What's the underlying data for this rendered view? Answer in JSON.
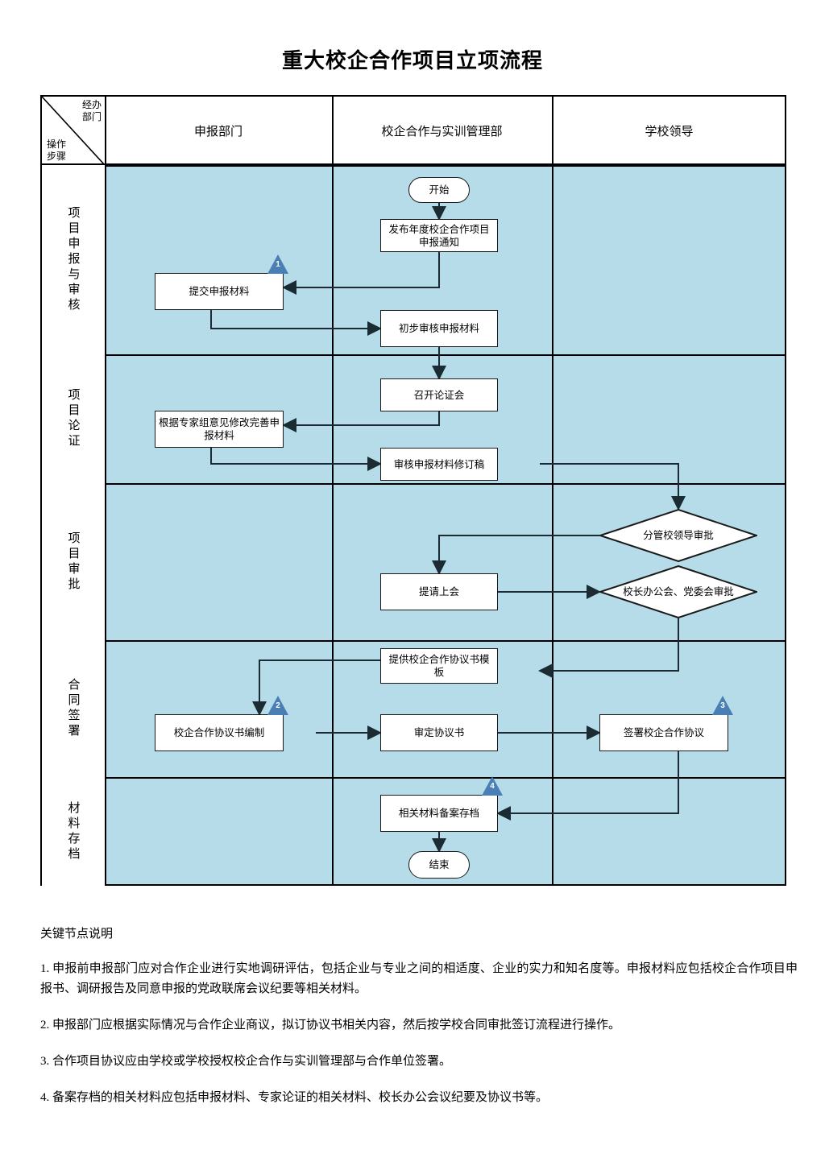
{
  "title": "重大校企合作项目立项流程",
  "table": {
    "corner": {
      "top_right": "经办部门",
      "bottom_left": "操作步骤"
    },
    "columns": [
      {
        "label": "申报部门"
      },
      {
        "label": "校企合作与实训管理部"
      },
      {
        "label": "学校领导"
      }
    ],
    "rows": [
      {
        "label": "项目申报与审核"
      },
      {
        "label": "项目论证"
      },
      {
        "label": "项目审批"
      },
      {
        "label": "合同签署"
      },
      {
        "label": "材料存档"
      }
    ]
  },
  "nodes": {
    "start": "开始",
    "publish_notice": "发布年度校企合作项目申报通知",
    "submit_materials": "提交申报材料",
    "initial_review": "初步审核申报材料",
    "hold_review_meeting": "召开论证会",
    "revise_materials": "根据专家组意见修改完善申报材料",
    "review_revised": "审核申报材料修订稿",
    "leader_approval": "分管校领导审批",
    "submit_to_meeting": "提请上会",
    "committee_approval": "校长办公会、党委会审批",
    "provide_template": "提供校企合作协议书模板",
    "draft_agreement": "校企合作协议书编制",
    "approve_agreement": "审定协议书",
    "sign_agreement": "签署校企合作协议",
    "archive_materials": "相关材料备案存档",
    "end": "结束"
  },
  "badges": {
    "b1": "1",
    "b2": "2",
    "b3": "3",
    "b4": "4"
  },
  "notes": {
    "heading": "关键节点说明",
    "items": [
      "1. 申报前申报部门应对合作企业进行实地调研评估，包括企业与专业之间的相适度、企业的实力和知名度等。申报材料应包括校企合作项目申报书、调研报告及同意申报的党政联席会议纪要等相关材料。",
      "2. 申报部门应根据实际情况与合作企业商议，拟订协议书相关内容，然后按学校合同审批签订流程进行操作。",
      "3. 合作项目协议应由学校或学校授权校企合作与实训管理部与合作单位签署。",
      "4. 备案存档的相关材料应包括申报材料、专家论证的相关材料、校长办公会议纪要及协议书等。"
    ]
  },
  "colors": {
    "lane_background": "#b5dce8",
    "border": "#000000",
    "badge": "#4a7fb5",
    "node_fill": "#ffffff"
  }
}
